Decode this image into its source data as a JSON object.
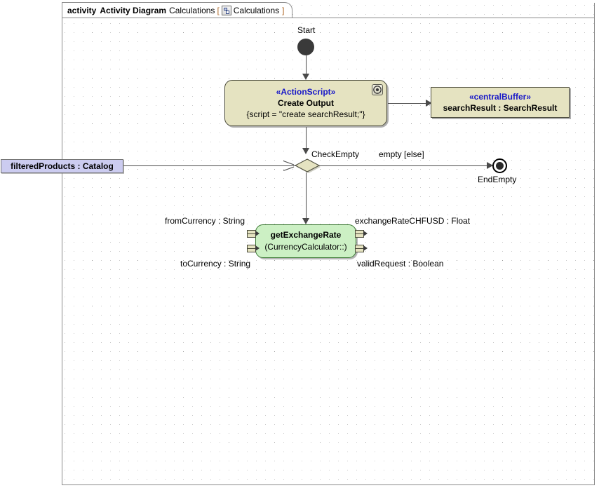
{
  "frame": {
    "keyword": "activity",
    "type_label": "Activity Diagram",
    "name": "Calculations",
    "bracket_open": "[",
    "bracket_close": "]",
    "context_icon": "activity-diagram-icon",
    "context_name": "Calculations"
  },
  "nodes": {
    "start": {
      "label": "Start",
      "kind": "initial-node"
    },
    "create_output": {
      "stereotype": "«ActionScript»",
      "name": "Create Output",
      "property": "{script = \"create searchResult;\"}",
      "badge_icon": "script-badge-icon",
      "fill": "#e5e3c1"
    },
    "central_buffer": {
      "stereotype": "«centralBuffer»",
      "name": "searchResult : SearchResult",
      "fill": "#e5e3c1"
    },
    "decision": {
      "label": "CheckEmpty",
      "guard": "empty [else]",
      "fill": "#e5e3c1"
    },
    "end_empty": {
      "label": "EndEmpty",
      "kind": "final-node"
    },
    "get_exchange_rate": {
      "name": "getExchangeRate",
      "sub": "(CurrencyCalculator::)",
      "fill": "#ccf0c4",
      "input_pins": [
        {
          "label": "fromCurrency : String"
        },
        {
          "label": "toCurrency : String"
        }
      ],
      "output_pins": [
        {
          "label": "exchangeRateCHFUSD : Float"
        },
        {
          "label": "validRequest : Boolean"
        }
      ]
    },
    "filtered_products": {
      "label": "filteredProducts : Catalog",
      "fill": "#ccccf0"
    }
  },
  "colors": {
    "action_fill": "#e5e3c1",
    "action_stroke": "#4a4a3a",
    "call_fill": "#ccf0c4",
    "call_stroke": "#3c7a34",
    "object_fill": "#ccccf0",
    "object_stroke": "#757575",
    "stereotype_text": "#1818c8",
    "frame_stroke": "#8a8a8a",
    "bracket": "#b06a2a",
    "edge": "#4a4a4a"
  }
}
